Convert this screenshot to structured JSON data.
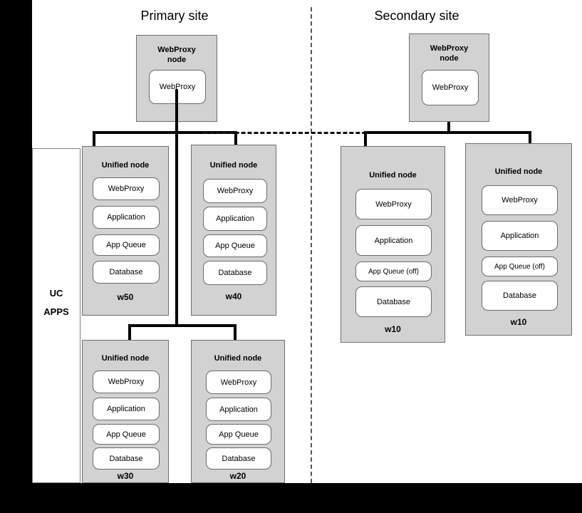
{
  "diagram": {
    "title_primary": "Primary site",
    "title_secondary": "Secondary site",
    "uc_panel": {
      "line1": "UC",
      "line2": "APPS"
    },
    "proxy_nodes": [
      {
        "id": "primary-webproxy-node",
        "title_line1": "WebProxy",
        "title_line2": "node",
        "service": "WebProxy"
      },
      {
        "id": "secondary-webproxy-node",
        "title_line1": "WebProxy",
        "title_line2": "node",
        "service": "WebProxy"
      }
    ],
    "unified_nodes": [
      {
        "id": "w50",
        "title": "Unified node",
        "footer": "w50",
        "services": [
          "WebProxy",
          "Application",
          "App  Queue",
          "Database"
        ]
      },
      {
        "id": "w40",
        "title": "Unified node",
        "footer": "w40",
        "services": [
          "WebProxy",
          "Application",
          "App Queue",
          "Database"
        ]
      },
      {
        "id": "w30",
        "title": "Unified node",
        "footer": "w30",
        "services": [
          "WebProxy",
          "Application",
          "App Queue",
          "Database"
        ]
      },
      {
        "id": "w20",
        "title": "Unified node",
        "footer": "w20",
        "services": [
          "WebProxy",
          "Application",
          "App Queue",
          "Database"
        ]
      },
      {
        "id": "w10-left",
        "title": "Unified node",
        "footer": "w10",
        "services": [
          "WebProxy",
          "Application",
          "App Queue (off)",
          "Database"
        ]
      },
      {
        "id": "w10-right",
        "title": "Unified node",
        "footer": "w10",
        "services": [
          "WebProxy",
          "Application",
          "App Queue (off)",
          "Database"
        ]
      }
    ],
    "colors": {
      "node_fill": "#d2d2d2",
      "node_border": "#6e6e6e",
      "service_fill": "#ffffff",
      "service_border": "#6b6b6b",
      "connector": "#000000",
      "canvas": "#ffffff",
      "margin": "#000000"
    }
  }
}
